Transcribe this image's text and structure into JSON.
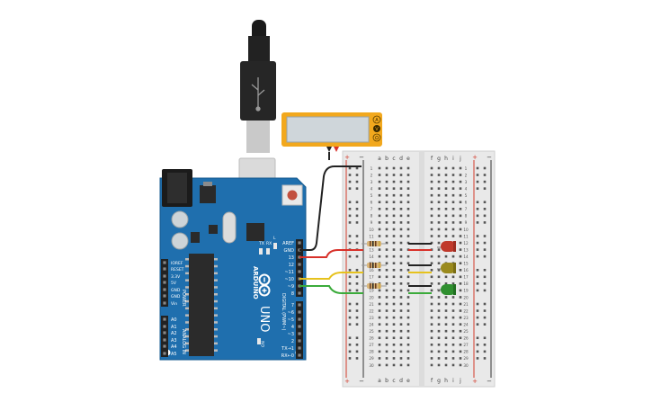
{
  "colors": {
    "board": "#1f6fae",
    "board_dark": "#175a8f",
    "breadboard": "#e9e9e9",
    "breadboard_rail_red": "#d33a2c",
    "breadboard_rail_blue": "#333333",
    "multimeter": "#f2a81d",
    "multimeter_screen": "#cfd6da",
    "wire_black": "#222222",
    "wire_red": "#d8312a",
    "wire_yellow": "#e6c21d",
    "wire_green": "#3bab3b",
    "led_red": "#c0392b",
    "led_yellow": "#9a8a1d",
    "led_green": "#2f8f2f"
  },
  "arduino": {
    "brand": "ARDUINO",
    "model": "UNO",
    "power_header_label": "POWER",
    "analog_header_label": "ANALOG IN",
    "digital_header_label": "DIGITAL (PWM~)",
    "tx_label": "TX",
    "rx_label": "RX",
    "l_label": "L",
    "on_label": "ON",
    "power_pins": [
      "IOREF",
      "RESET",
      "3.3V",
      "5V",
      "GND",
      "GND",
      "Vin"
    ],
    "analog_pins": [
      "A0",
      "A1",
      "A2",
      "A3",
      "A4",
      "A5"
    ],
    "digital_pins_top": [
      "AREF",
      "GND",
      "13",
      "12",
      "~11",
      "~10",
      "~9",
      "8"
    ],
    "digital_pins_bottom": [
      "7",
      "~6",
      "~5",
      "4",
      "~3",
      "2",
      "TX→1",
      "RX←0"
    ]
  },
  "multimeter": {
    "mode_labels": [
      "A",
      "V",
      "Ω"
    ]
  },
  "breadboard": {
    "column_letters_left": [
      "a",
      "b",
      "c",
      "d",
      "e"
    ],
    "column_letters_right": [
      "f",
      "g",
      "h",
      "i",
      "j"
    ],
    "rail_plus": "+",
    "rail_minus": "−",
    "row_count": 30
  }
}
